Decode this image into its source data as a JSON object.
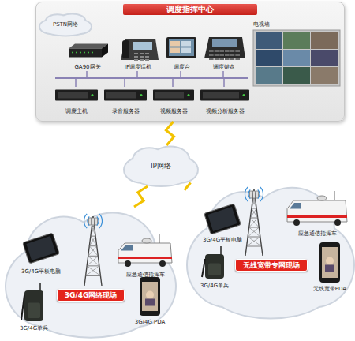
{
  "diagram": {
    "nodes": [
      {
        "text": [
          "调度指挥中心"
        ]
      },
      {
        "text": [
          "PSTN网络"
        ],
        "in": 0
      },
      {
        "text": [
          "GA90网关"
        ],
        "in": 0
      },
      {
        "text": [
          "IP调度话机"
        ],
        "in": 0
      },
      {
        "text": [
          "调度台"
        ],
        "in": 0
      },
      {
        "text": [
          "调度键盘"
        ],
        "in": 0
      },
      {
        "text": [
          "电视墙"
        ],
        "in": 0
      },
      {
        "text": [
          "调度主机"
        ],
        "in": 0
      },
      {
        "text": [
          "录音服务器"
        ],
        "in": 0
      },
      {
        "text": [
          "视频服务器"
        ],
        "in": 0
      },
      {
        "text": [
          "视频分析服务器"
        ],
        "in": 0
      },
      {
        "text": [
          "IP网络"
        ]
      },
      {
        "text": [
          "3G/4G网络现场"
        ]
      },
      {
        "text": [
          "3G/4G平板电脑"
        ],
        "in": 12
      },
      {
        "text": [
          "3G/4G单兵"
        ],
        "in": 12
      },
      {
        "text": [
          "3G/4G PDA"
        ],
        "in": 12
      },
      {
        "text": [
          "应急通信指挥车"
        ],
        "in": 12
      },
      {
        "text": [
          "无线宽带专网现场"
        ]
      },
      {
        "text": [
          "3G/4G平板电脑"
        ],
        "in": 17
      },
      {
        "text": [
          "3G/4G单兵"
        ],
        "in": 17
      },
      {
        "text": [
          "应急通信指挥车"
        ],
        "in": 17
      },
      {
        "text": [
          "无线宽带PDA"
        ],
        "in": 17
      }
    ],
    "edges": [
      {
        "from": 0,
        "to": 11,
        "arrow": "none"
      },
      {
        "from": 11,
        "to": 12,
        "arrow": "none"
      },
      {
        "from": 11,
        "to": 17,
        "arrow": "none"
      }
    ]
  }
}
